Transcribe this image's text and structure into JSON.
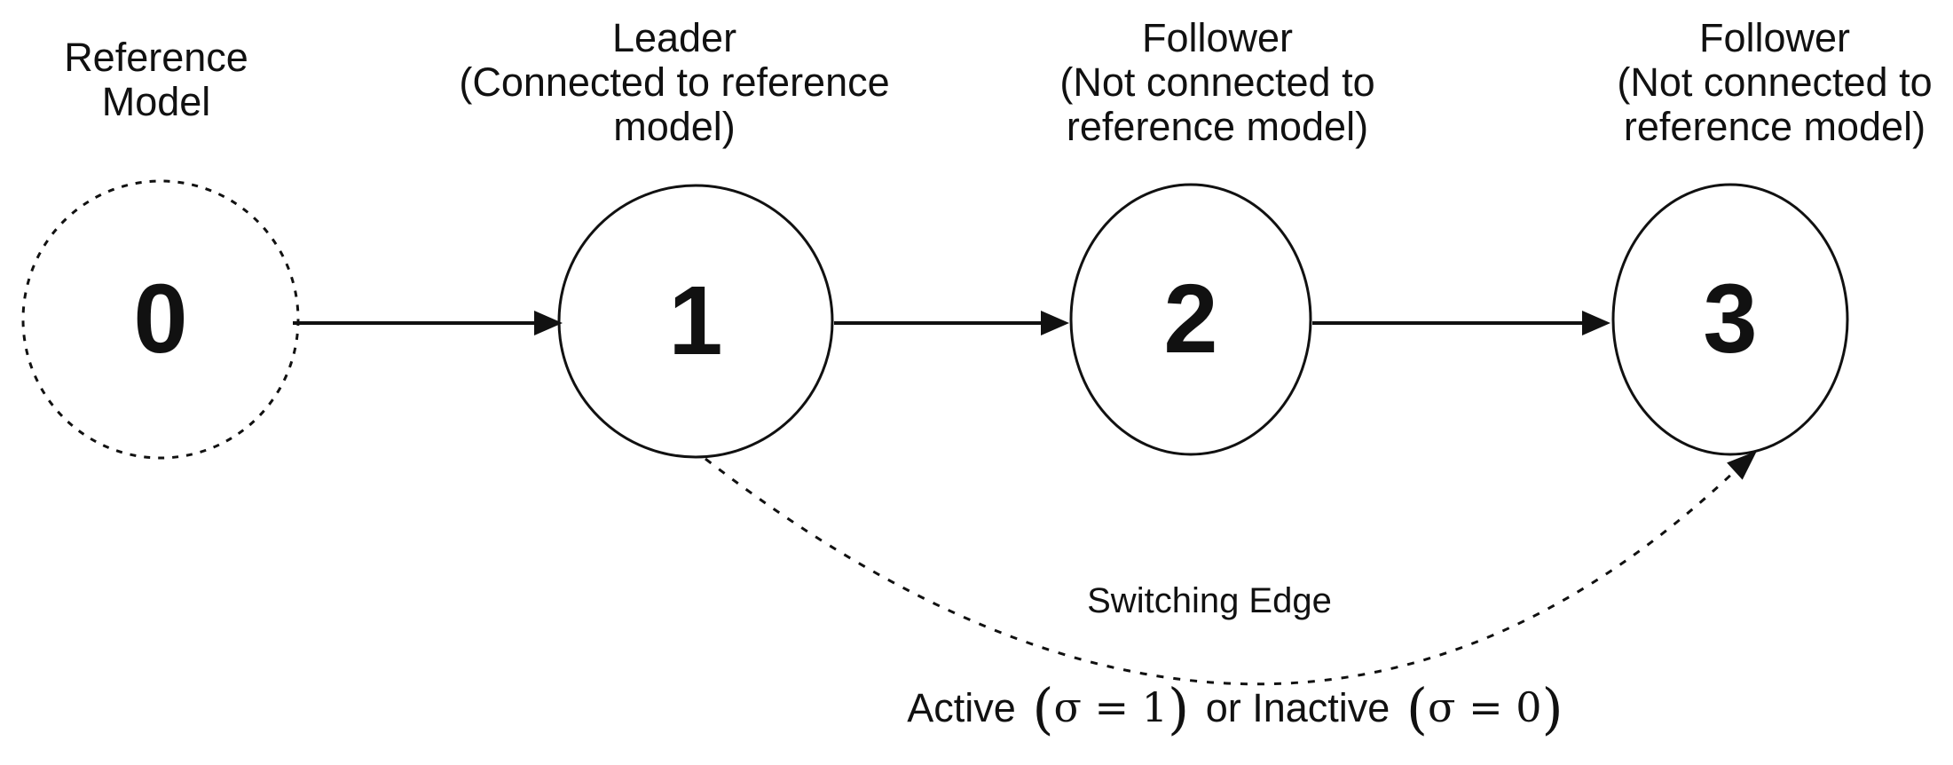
{
  "diagram": {
    "background_color": "#ffffff",
    "ink_color": "#111111",
    "nodes": [
      {
        "label": "0",
        "role": "Reference\nModel",
        "style": "dashed-circle"
      },
      {
        "label": "1",
        "role": "Leader\n(Connected to reference\nmodel)",
        "style": "solid-circle"
      },
      {
        "label": "2",
        "role": "Follower\n(Not connected to\nreference model)",
        "style": "solid-circle"
      },
      {
        "label": "3",
        "role": "Follower\n(Not connected to\nreference model)",
        "style": "solid-circle"
      }
    ],
    "edges": [
      {
        "from": "0",
        "to": "1",
        "style": "solid-arrow"
      },
      {
        "from": "1",
        "to": "2",
        "style": "solid-arrow"
      },
      {
        "from": "2",
        "to": "3",
        "style": "solid-arrow"
      },
      {
        "from": "1",
        "to": "3",
        "style": "dashed-curved-arrow",
        "label": "Switching Edge"
      }
    ],
    "switching_edge_label": "Switching Edge",
    "annotation": {
      "active_word": "Active",
      "active_open": "(",
      "active_body": "σ = 1",
      "active_close": ")",
      "or_word": "or Inactive",
      "inactive_open": "(",
      "inactive_body": "σ = 0",
      "inactive_close": ")"
    }
  }
}
